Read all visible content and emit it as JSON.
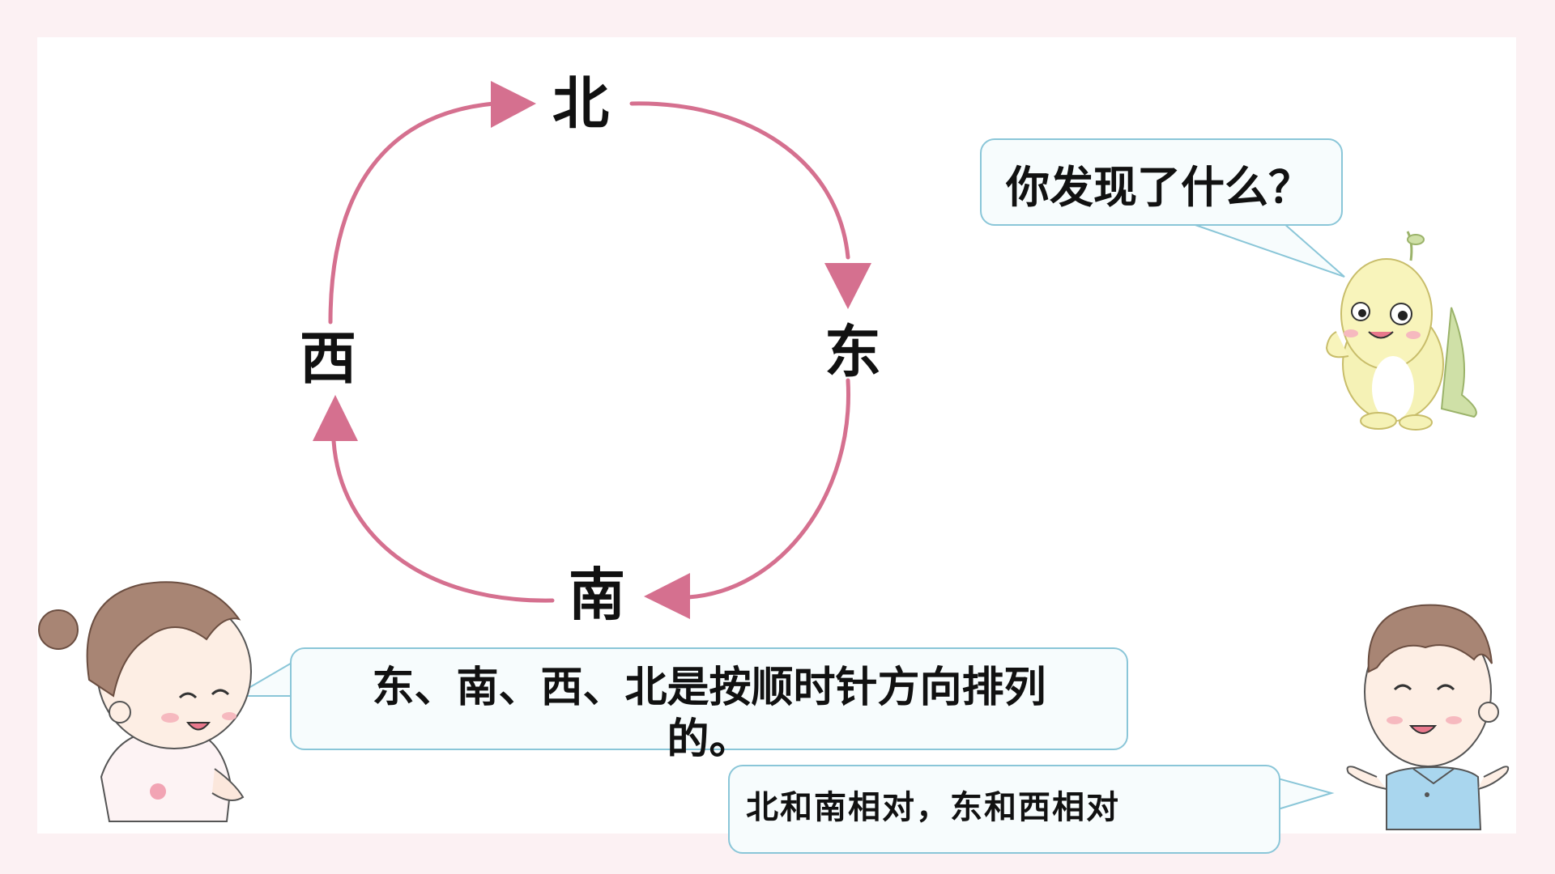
{
  "directions": {
    "north": "北",
    "east": "东",
    "south": "南",
    "west": "西"
  },
  "bubbles": {
    "question": "你发现了什么？",
    "girl_answer": "东、南、西、北是按顺时针方向排列的。",
    "boy_answer": "北和南相对，东和西相对"
  },
  "colors": {
    "arrow": "#d5708f",
    "bubble_border": "#8ac6d8",
    "bubble_fill": "#f7fcfd",
    "background": "#fcf1f3"
  },
  "icons": {
    "mascot": "dinosaur-mascot-icon",
    "girl": "girl-character-icon",
    "boy": "boy-character-icon"
  }
}
